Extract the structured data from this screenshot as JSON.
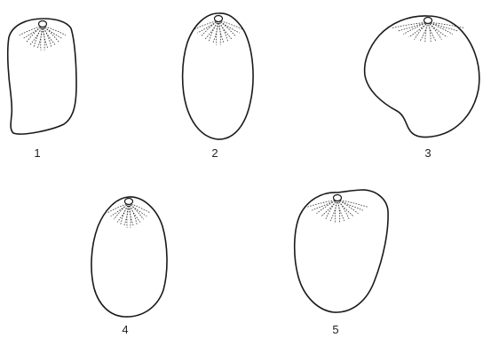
{
  "figure": {
    "items": [
      {
        "label": "1"
      },
      {
        "label": "2"
      },
      {
        "label": "3"
      },
      {
        "label": "4"
      },
      {
        "label": "5"
      }
    ]
  }
}
